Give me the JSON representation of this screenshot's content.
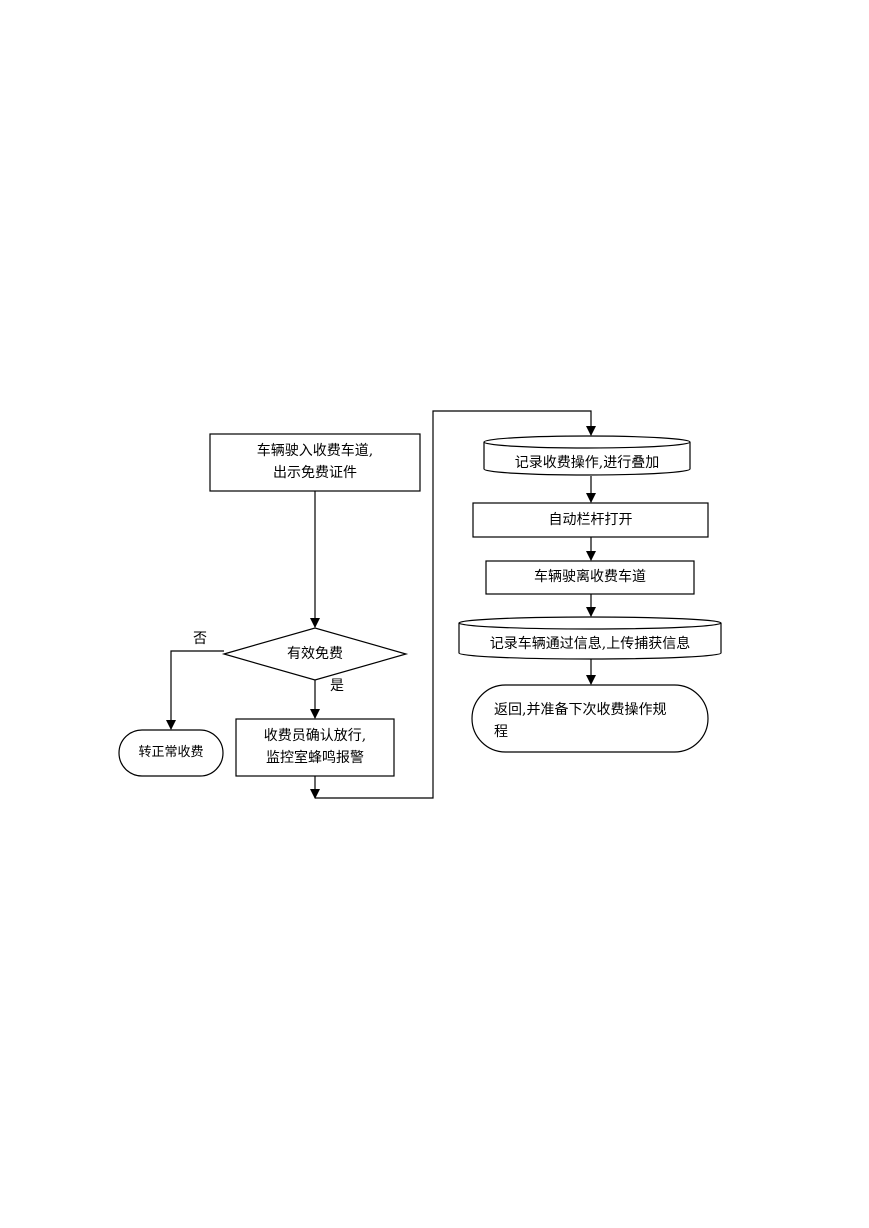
{
  "nodes": {
    "start": {
      "line1": "车辆驶入收费车道,",
      "line2": "出示免费证件"
    },
    "decision": {
      "label": "有效免费"
    },
    "branch_no": {
      "label": "否"
    },
    "branch_yes": {
      "label": "是"
    },
    "normal_fee": {
      "label": "转正常收费"
    },
    "confirm": {
      "line1": "收费员确认放行,",
      "line2": "监控室蜂鸣报警"
    },
    "record_overlay": {
      "label": "记录收费操作,进行叠加"
    },
    "barrier_open": {
      "label": "自动栏杆打开"
    },
    "vehicle_leave": {
      "label": "车辆驶离收费车道"
    },
    "record_upload": {
      "label": "记录车辆通过信息,上传捕获信息"
    },
    "return": {
      "line1": "返回,并准备下次收费操作规",
      "line2": "程"
    }
  }
}
